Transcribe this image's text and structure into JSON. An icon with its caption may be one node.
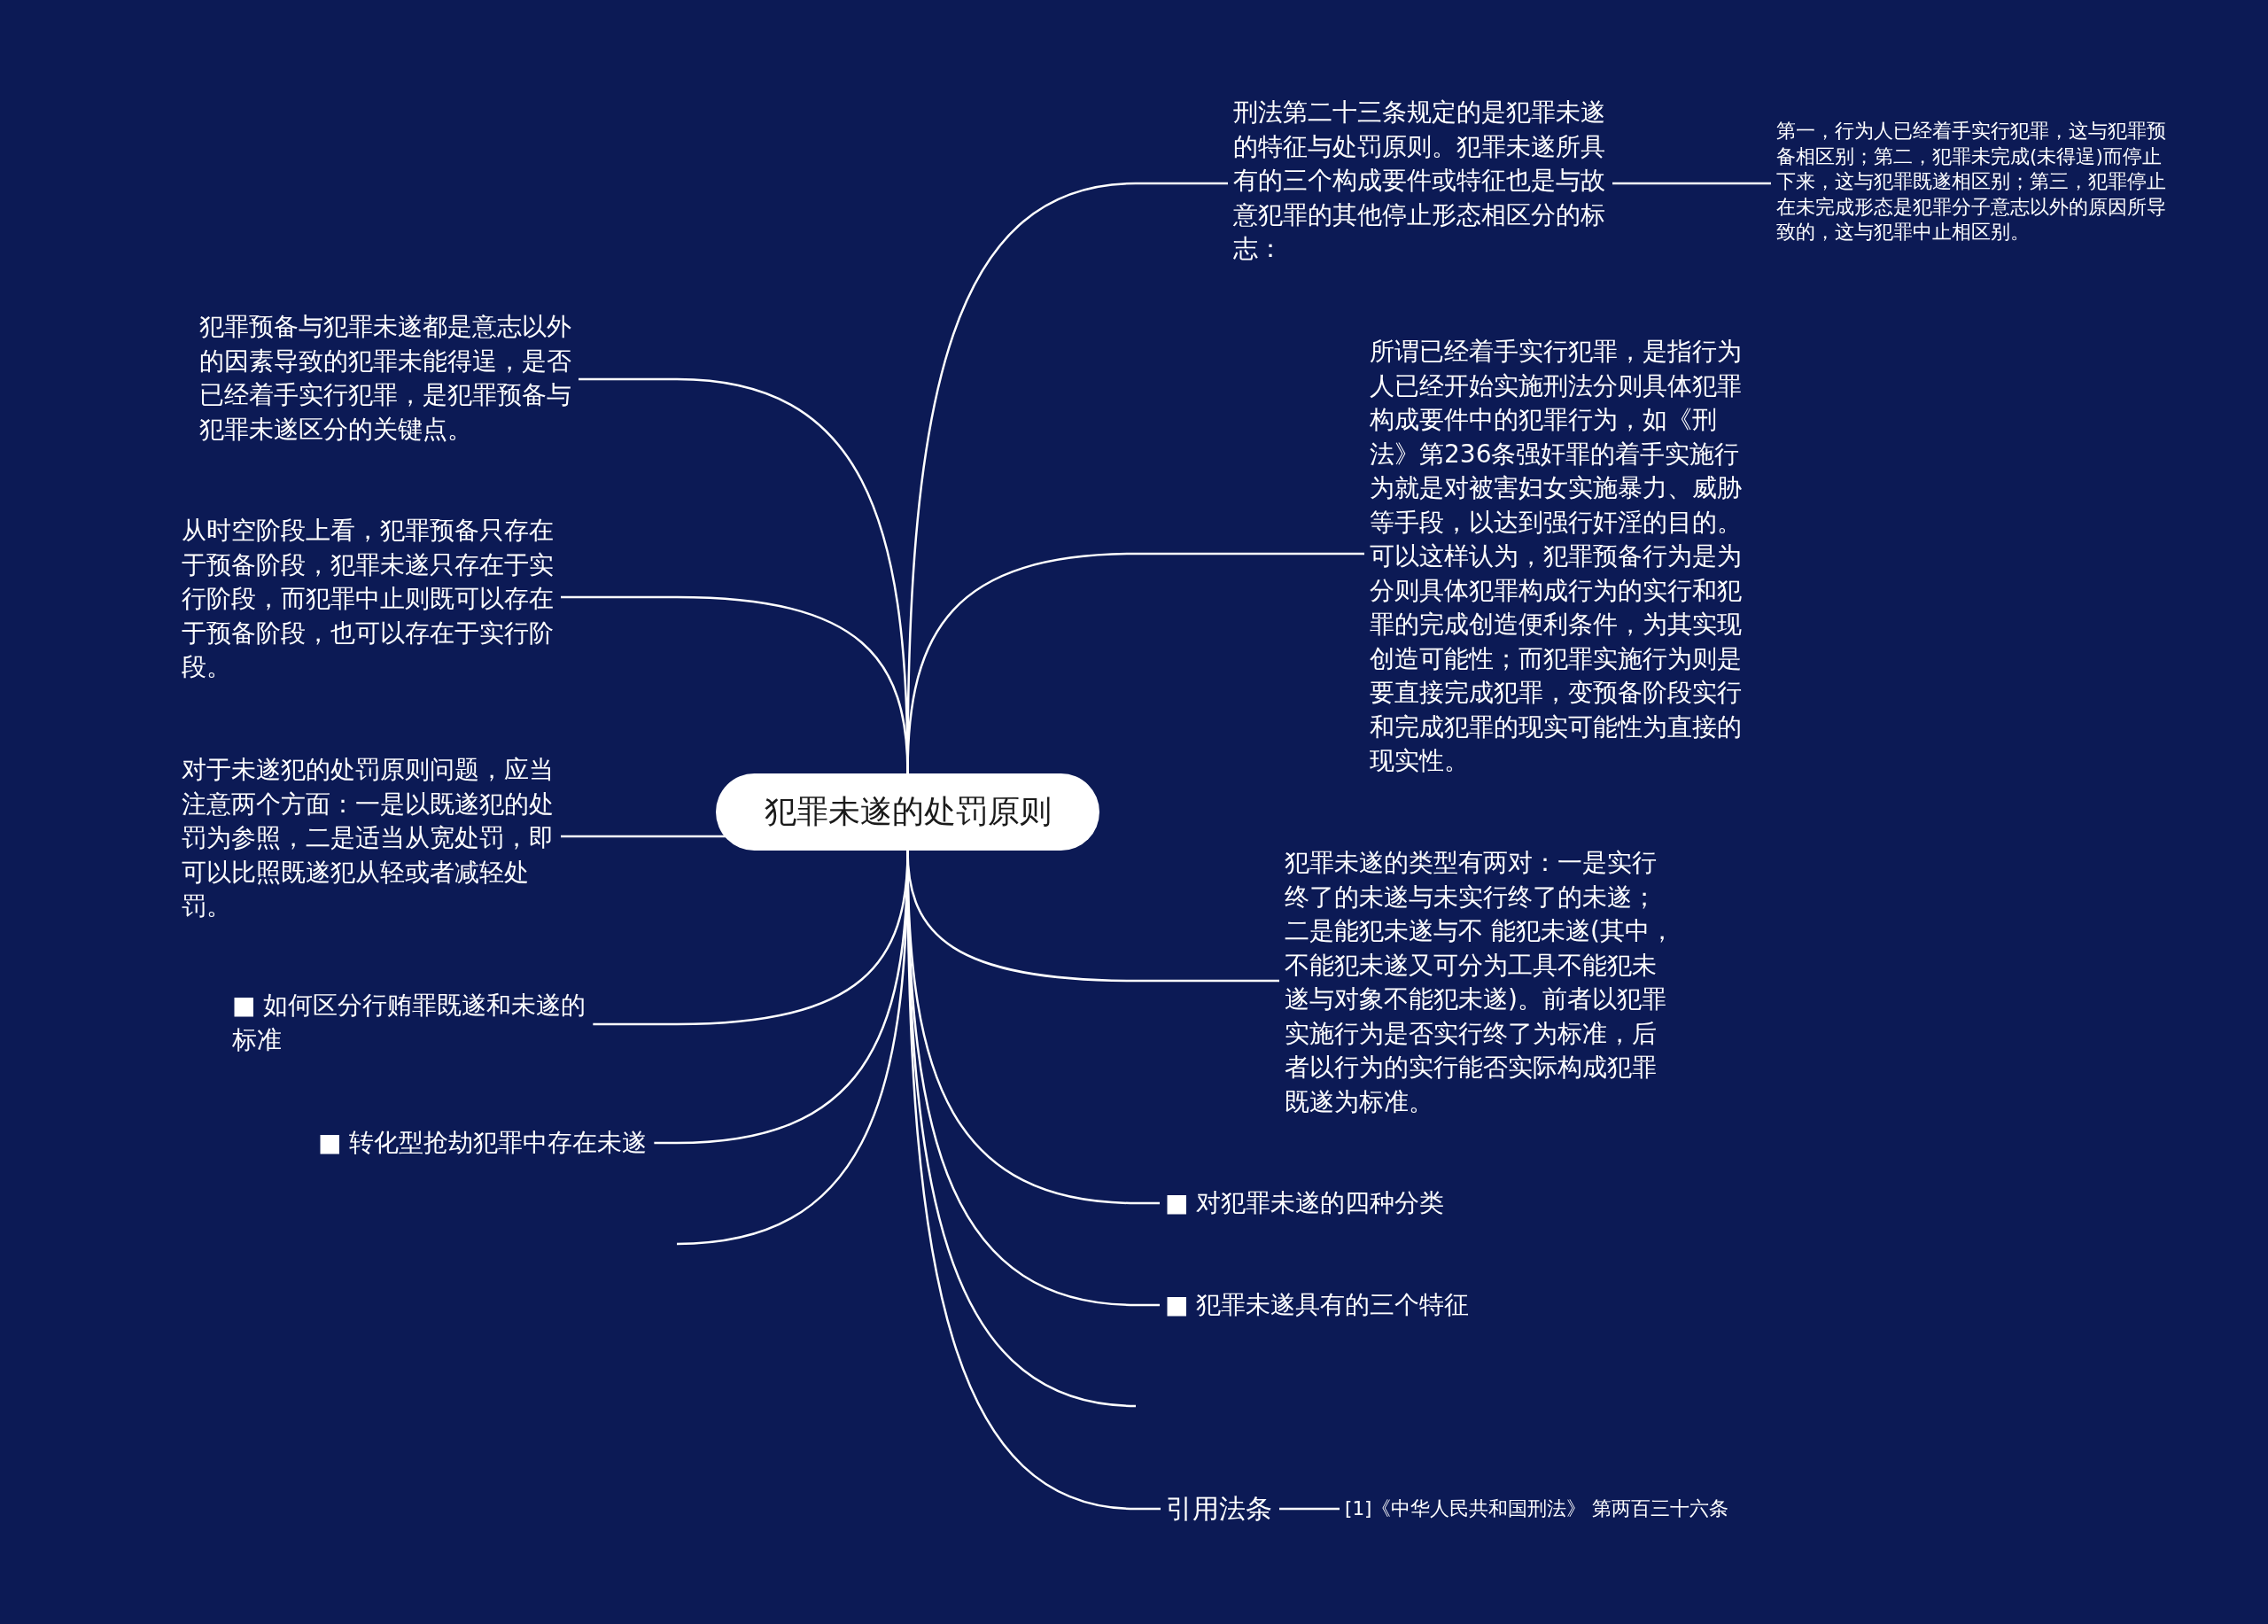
{
  "diagram": {
    "nodes": [
      {
        "text": [
          "犯罪未遂的处罚原则"
        ]
      },
      {
        "text": [
          "刑法第二十三条规定的是犯罪未遂的特征与处罚原则。犯罪未遂所具有的三个构成要件或特征也是与故意犯罪的其他停止形态相区分的标志："
        ]
      },
      {
        "text": [
          "第一，行为人已经着手实行犯罪，这与犯罪预备相区别；第二，犯罪未完成(未得逞)而停止下来，这与犯罪既遂相区别；第三，犯罪停止在未完成形态是犯罪分子意志以外的原因所导致的，这与犯罪中止相区别。"
        ]
      },
      {
        "text": [
          "所谓已经着手实行犯罪，是指行为人已经开始实施刑法分则具体犯罪构成要件中的犯罪行为，如《刑法》第236条强奸罪的着手实施行为就是对被害妇女实施暴力、威胁等手段，以达到强行奸淫的目的。可以这样认为，犯罪预备行为是为分则具体犯罪构成行为的实行和犯罪的完成创造便利条件，为其实现创造可能性；而犯罪实施行为则是要直接完成犯罪，变预备阶段实行和完成犯罪的现实可能性为直接的现实性。"
        ]
      },
      {
        "text": [
          "犯罪未遂的类型有两对：一是实行终了的未遂与未实行终了的未遂；二是能犯未遂与不 能犯未遂(其中，不能犯未遂又可分为工具不能犯未遂与对象不能犯未遂)。前者以犯罪实施行为是否实行终了为标准，后者以行为的实行能否实际构成犯罪既遂为标准。"
        ]
      },
      {
        "text": [
          "■ 对犯罪未遂的四种分类"
        ]
      },
      {
        "text": [
          "■ 犯罪未遂具有的三个特征"
        ]
      },
      {
        "text": [
          "引用法条"
        ]
      },
      {
        "text": [
          "[1]《中华人民共和国刑法》 第两百三十六条"
        ]
      },
      {
        "text": [
          "犯罪预备与犯罪未遂都是意志以外的因素导致的犯罪未能得逞，是否已经着手实行犯罪，是犯罪预备与犯罪未遂区分的关键点。"
        ]
      },
      {
        "text": [
          "从时空阶段上看，犯罪预备只存在于预备阶段，犯罪未遂只存在于实行阶段，而犯罪中止则既可以存在于预备阶段，也可以存在于实行阶段。"
        ]
      },
      {
        "text": [
          "对于未遂犯的处罚原则问题，应当注意两个方面：一是以既遂犯的处罚为参照，二是适当从宽处罚，即可以比照既遂犯从轻或者减轻处罚。"
        ]
      },
      {
        "text": [
          "■ 如何区分行贿罪既遂和未遂的标准"
        ]
      },
      {
        "text": [
          "■ 转化型抢劫犯罪中存在未遂"
        ]
      }
    ],
    "edges": [
      {
        "from": 0,
        "to": 1,
        "arrow": "none"
      },
      {
        "from": 1,
        "to": 2,
        "arrow": "none"
      },
      {
        "from": 0,
        "to": 3,
        "arrow": "none"
      },
      {
        "from": 0,
        "to": 4,
        "arrow": "none"
      },
      {
        "from": 0,
        "to": 5,
        "arrow": "none"
      },
      {
        "from": 0,
        "to": 6,
        "arrow": "none"
      },
      {
        "from": 0,
        "to": null,
        "arrow": "none"
      },
      {
        "from": 0,
        "to": 7,
        "arrow": "none"
      },
      {
        "from": 7,
        "to": 8,
        "arrow": "none"
      },
      {
        "from": 0,
        "to": 9,
        "arrow": "none"
      },
      {
        "from": 0,
        "to": 10,
        "arrow": "none"
      },
      {
        "from": 0,
        "to": 11,
        "arrow": "none"
      },
      {
        "from": 0,
        "to": 12,
        "arrow": "none"
      },
      {
        "from": 0,
        "to": 13,
        "arrow": "none"
      },
      {
        "from": 0,
        "to": null,
        "arrow": "none"
      }
    ]
  }
}
